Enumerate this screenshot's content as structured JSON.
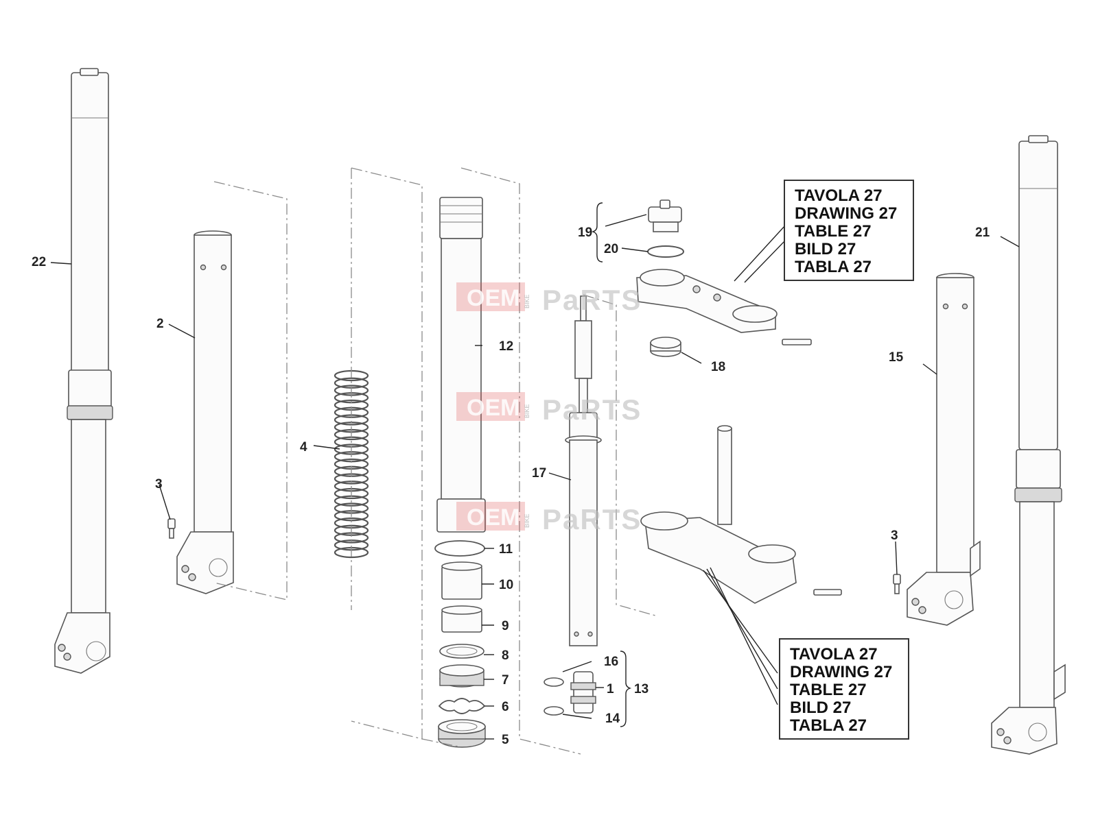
{
  "callouts": {
    "c1": "1",
    "c2": "2",
    "c3a": "3",
    "c3b": "3",
    "c4": "4",
    "c5": "5",
    "c6": "6",
    "c7": "7",
    "c8": "8",
    "c9": "9",
    "c10": "10",
    "c11": "11",
    "c12": "12",
    "c13": "13",
    "c14": "14",
    "c15": "15",
    "c16": "16",
    "c17": "17",
    "c18": "18",
    "c19": "19",
    "c20": "20",
    "c21": "21",
    "c22": "22"
  },
  "reference_boxes": [
    {
      "lines": [
        "TAVOLA 27",
        "DRAWING 27",
        "TABLE 27",
        "BILD 27",
        "TABLA 27"
      ]
    },
    {
      "lines": [
        "TAVOLA 27",
        "DRAWING 27",
        "TABLE 27",
        "BILD 27",
        "TABLA 27"
      ]
    }
  ],
  "watermark": {
    "brand_left": "OEM",
    "brand_small": "BIKE",
    "brand_right": "PaRTS",
    "accent": "#e05a5a"
  }
}
